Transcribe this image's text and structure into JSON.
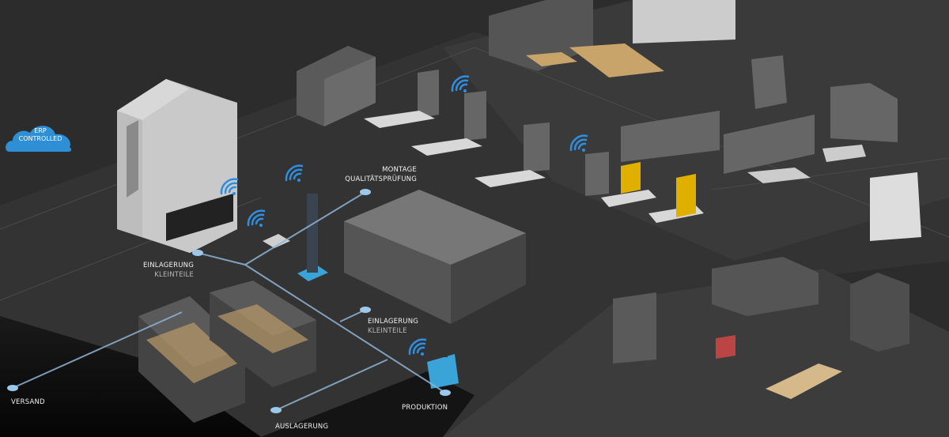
{
  "cloud": {
    "line1": "ERP",
    "line2": "CONTROLLED"
  },
  "labels": {
    "einlagerung_1": {
      "title": "EINLAGERUNG",
      "sub": "KLEINTEILE"
    },
    "montage": {
      "title": "MONTAGE",
      "sub": "QUALITÄTSPRÜFUNG"
    },
    "einlagerung_2": {
      "title": "EINLAGERUNG",
      "sub": "KLEINTEILE"
    },
    "versand": "VERSAND",
    "produktion": "PRODUKTION",
    "auslagerung": "AUSLAGERUNG"
  },
  "colors": {
    "accent": "#3a8fd6",
    "node": "#9cc8ec",
    "line": "#8fb4d4",
    "floor": "#3a3a3a",
    "background": "#2c2c2c"
  }
}
